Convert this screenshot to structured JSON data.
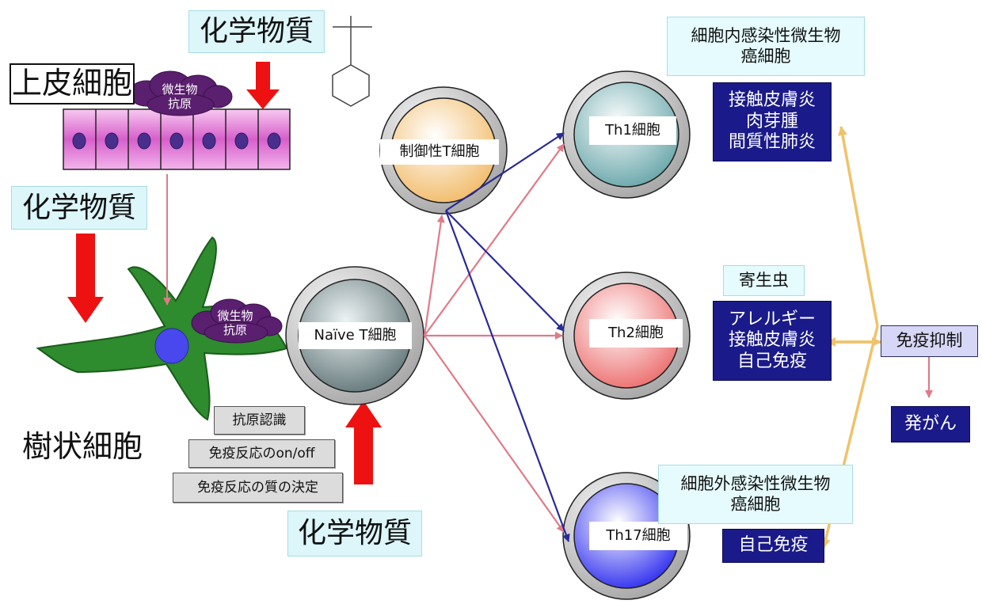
{
  "labels": {
    "chemical_top": "化学物質",
    "chemical_left": "化学物質",
    "chemical_bottom": "化学物質",
    "epithelial": "上皮細胞",
    "dendritic": "樹状細胞",
    "microbe_antigen_1": "微生物\n抗原",
    "microbe_antigen_2": "微生物\n抗原",
    "antigen_recognition": "抗原認識",
    "immune_onoff": "免疫反応のon/off",
    "immune_quality": "免疫反応の質の決定",
    "naive_t": "Naïve T細胞",
    "treg": "制御性T細胞",
    "th1": "Th1細胞",
    "th2": "Th2細胞",
    "th17": "Th17細胞",
    "th1_target": "細胞内感染性微生物\n癌細胞",
    "th1_disease": "接触皮膚炎\n肉芽腫\n間質性肺炎",
    "th2_target": "寄生虫",
    "th2_disease": "アレルギー\n接触皮膚炎\n自己免疫",
    "th17_target": "細胞外感染性微生物\n癌細胞",
    "th17_disease": "自己免疫",
    "immunosuppression": "免疫抑制",
    "cancer": "発がん"
  },
  "colors": {
    "chem_bg": "#dcf6fa",
    "navy": "#1a1a8a",
    "red_arrow": "#ee1111",
    "pink_arrow": "#e07a88",
    "blue_arrow": "#2a2a96",
    "gold_arrow": "#f0c26a",
    "epithelial_cell": "#e07ad6",
    "dendritic_cell": "#2e8b2e"
  },
  "icons": {
    "structure": "chemical-structure-icon"
  }
}
